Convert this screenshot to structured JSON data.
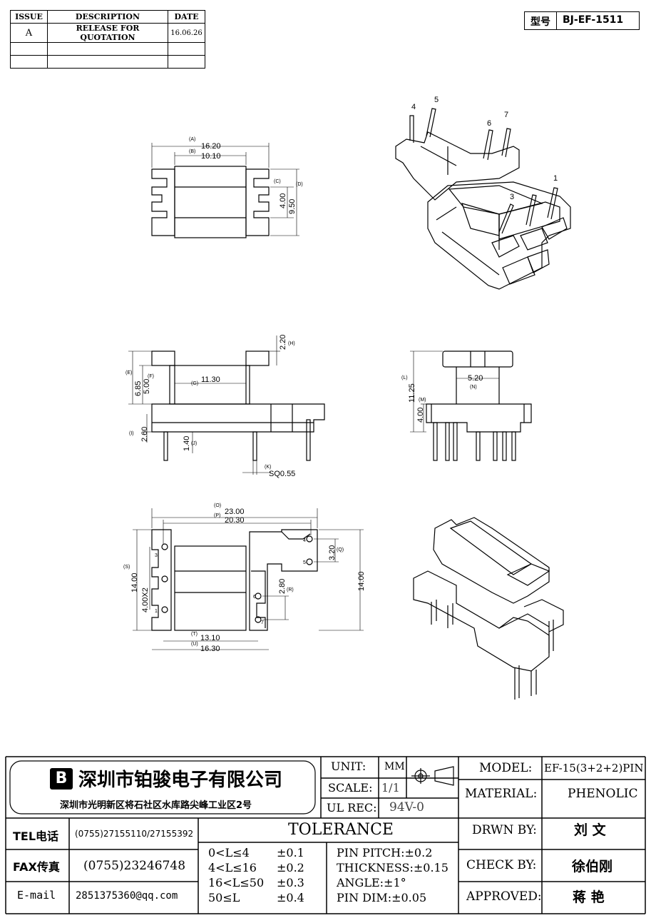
{
  "revision_table": {
    "headers": [
      "ISSUE",
      "DESCRIPTION",
      "DATE"
    ],
    "rows": [
      [
        "A",
        "RELEASE FOR QUOTATION",
        "16.06.26"
      ],
      [
        "",
        "",
        ""
      ],
      [
        "",
        "",
        ""
      ]
    ]
  },
  "model_tag": {
    "label": "型号",
    "value": "BJ-EF-1511"
  },
  "pin_labels_iso": [
    "4",
    "5",
    "6",
    "7",
    "1",
    "3"
  ],
  "top_view": {
    "dims": [
      {
        "tag": "(A)",
        "value": "16.20"
      },
      {
        "tag": "(B)",
        "value": "10.10"
      },
      {
        "tag": "(C)",
        "value": "4.00"
      },
      {
        "tag": "(D)",
        "value": "9.50"
      }
    ]
  },
  "front_view": {
    "dims": [
      {
        "tag": "(H)",
        "value": "2.20"
      },
      {
        "tag": "(E)",
        "value": "6.85"
      },
      {
        "tag": "(F)",
        "value": "5.00"
      },
      {
        "tag": "(G)",
        "value": "11.30"
      },
      {
        "tag": "(I)",
        "value": "2.60"
      },
      {
        "tag": "(J)",
        "value": "1.40"
      },
      {
        "tag": "(K)",
        "value": "SQ0.55"
      }
    ]
  },
  "side_view": {
    "dims": [
      {
        "tag": "(L)",
        "value": "11.25"
      },
      {
        "tag": "(N)",
        "value": "5.20"
      },
      {
        "tag": "(M)",
        "value": "4.00"
      }
    ]
  },
  "bottom_view": {
    "dims": [
      {
        "tag": "(O)",
        "value": "23.00"
      },
      {
        "tag": "(P)",
        "value": "20.30"
      },
      {
        "tag": "(Q)",
        "value": "3.20"
      },
      {
        "tag": "(R)",
        "value": "2.80"
      },
      {
        "tag": "(S)",
        "value": "14.00"
      },
      {
        "tag": "",
        "value": "4.00X2"
      },
      {
        "tag": "",
        "value": "14.00"
      },
      {
        "tag": "(T)",
        "value": "13.10"
      },
      {
        "tag": "(U)",
        "value": "16.30"
      }
    ],
    "pin_numbers": [
      "3",
      "1",
      "4",
      "5",
      "6",
      "7"
    ]
  },
  "title_block": {
    "company_name": "深圳市铂骏电子有限公司",
    "company_address": "深圳市光明新区将石社区水库路尖峰工业区2号",
    "tel_label": "TEL电话",
    "tel_value": "(0755)27155110/27155392",
    "fax_label": "FAX传真",
    "fax_value": "(0755)23246748",
    "email_label": "E-mail",
    "email_value": "2851375360@qq.com",
    "unit_label": "UNIT:",
    "unit_value": "MM",
    "scale_label": "SCALE:",
    "scale_value": "1/1",
    "ul_label": "UL REC:",
    "ul_value": "94V-0",
    "tolerance_title": "TOLERANCE",
    "tolerance_rows": [
      {
        "range": "0<L≤4",
        "value": "±0.1"
      },
      {
        "range": "4<L≤16",
        "value": "±0.2"
      },
      {
        "range": "16<L≤50",
        "value": "±0.3"
      },
      {
        "range": "50≤L",
        "value": "±0.4"
      }
    ],
    "tolerance_notes": [
      "PIN PITCH:±0.2",
      "THICKNESS:±0.15",
      "ANGLE:±1°",
      "PIN DIM:±0.05"
    ],
    "model_label": "MODEL:",
    "model_value": "EF-15(3+2+2)PIN",
    "material_label": "MATERIAL:",
    "material_value": "PHENOLIC",
    "drawn_label": "DRWN BY:",
    "drawn_value": "刘 文",
    "check_label": "CHECK BY:",
    "check_value": "徐伯刚",
    "approved_label": "APPROVED:",
    "approved_value": "蒋 艳"
  }
}
